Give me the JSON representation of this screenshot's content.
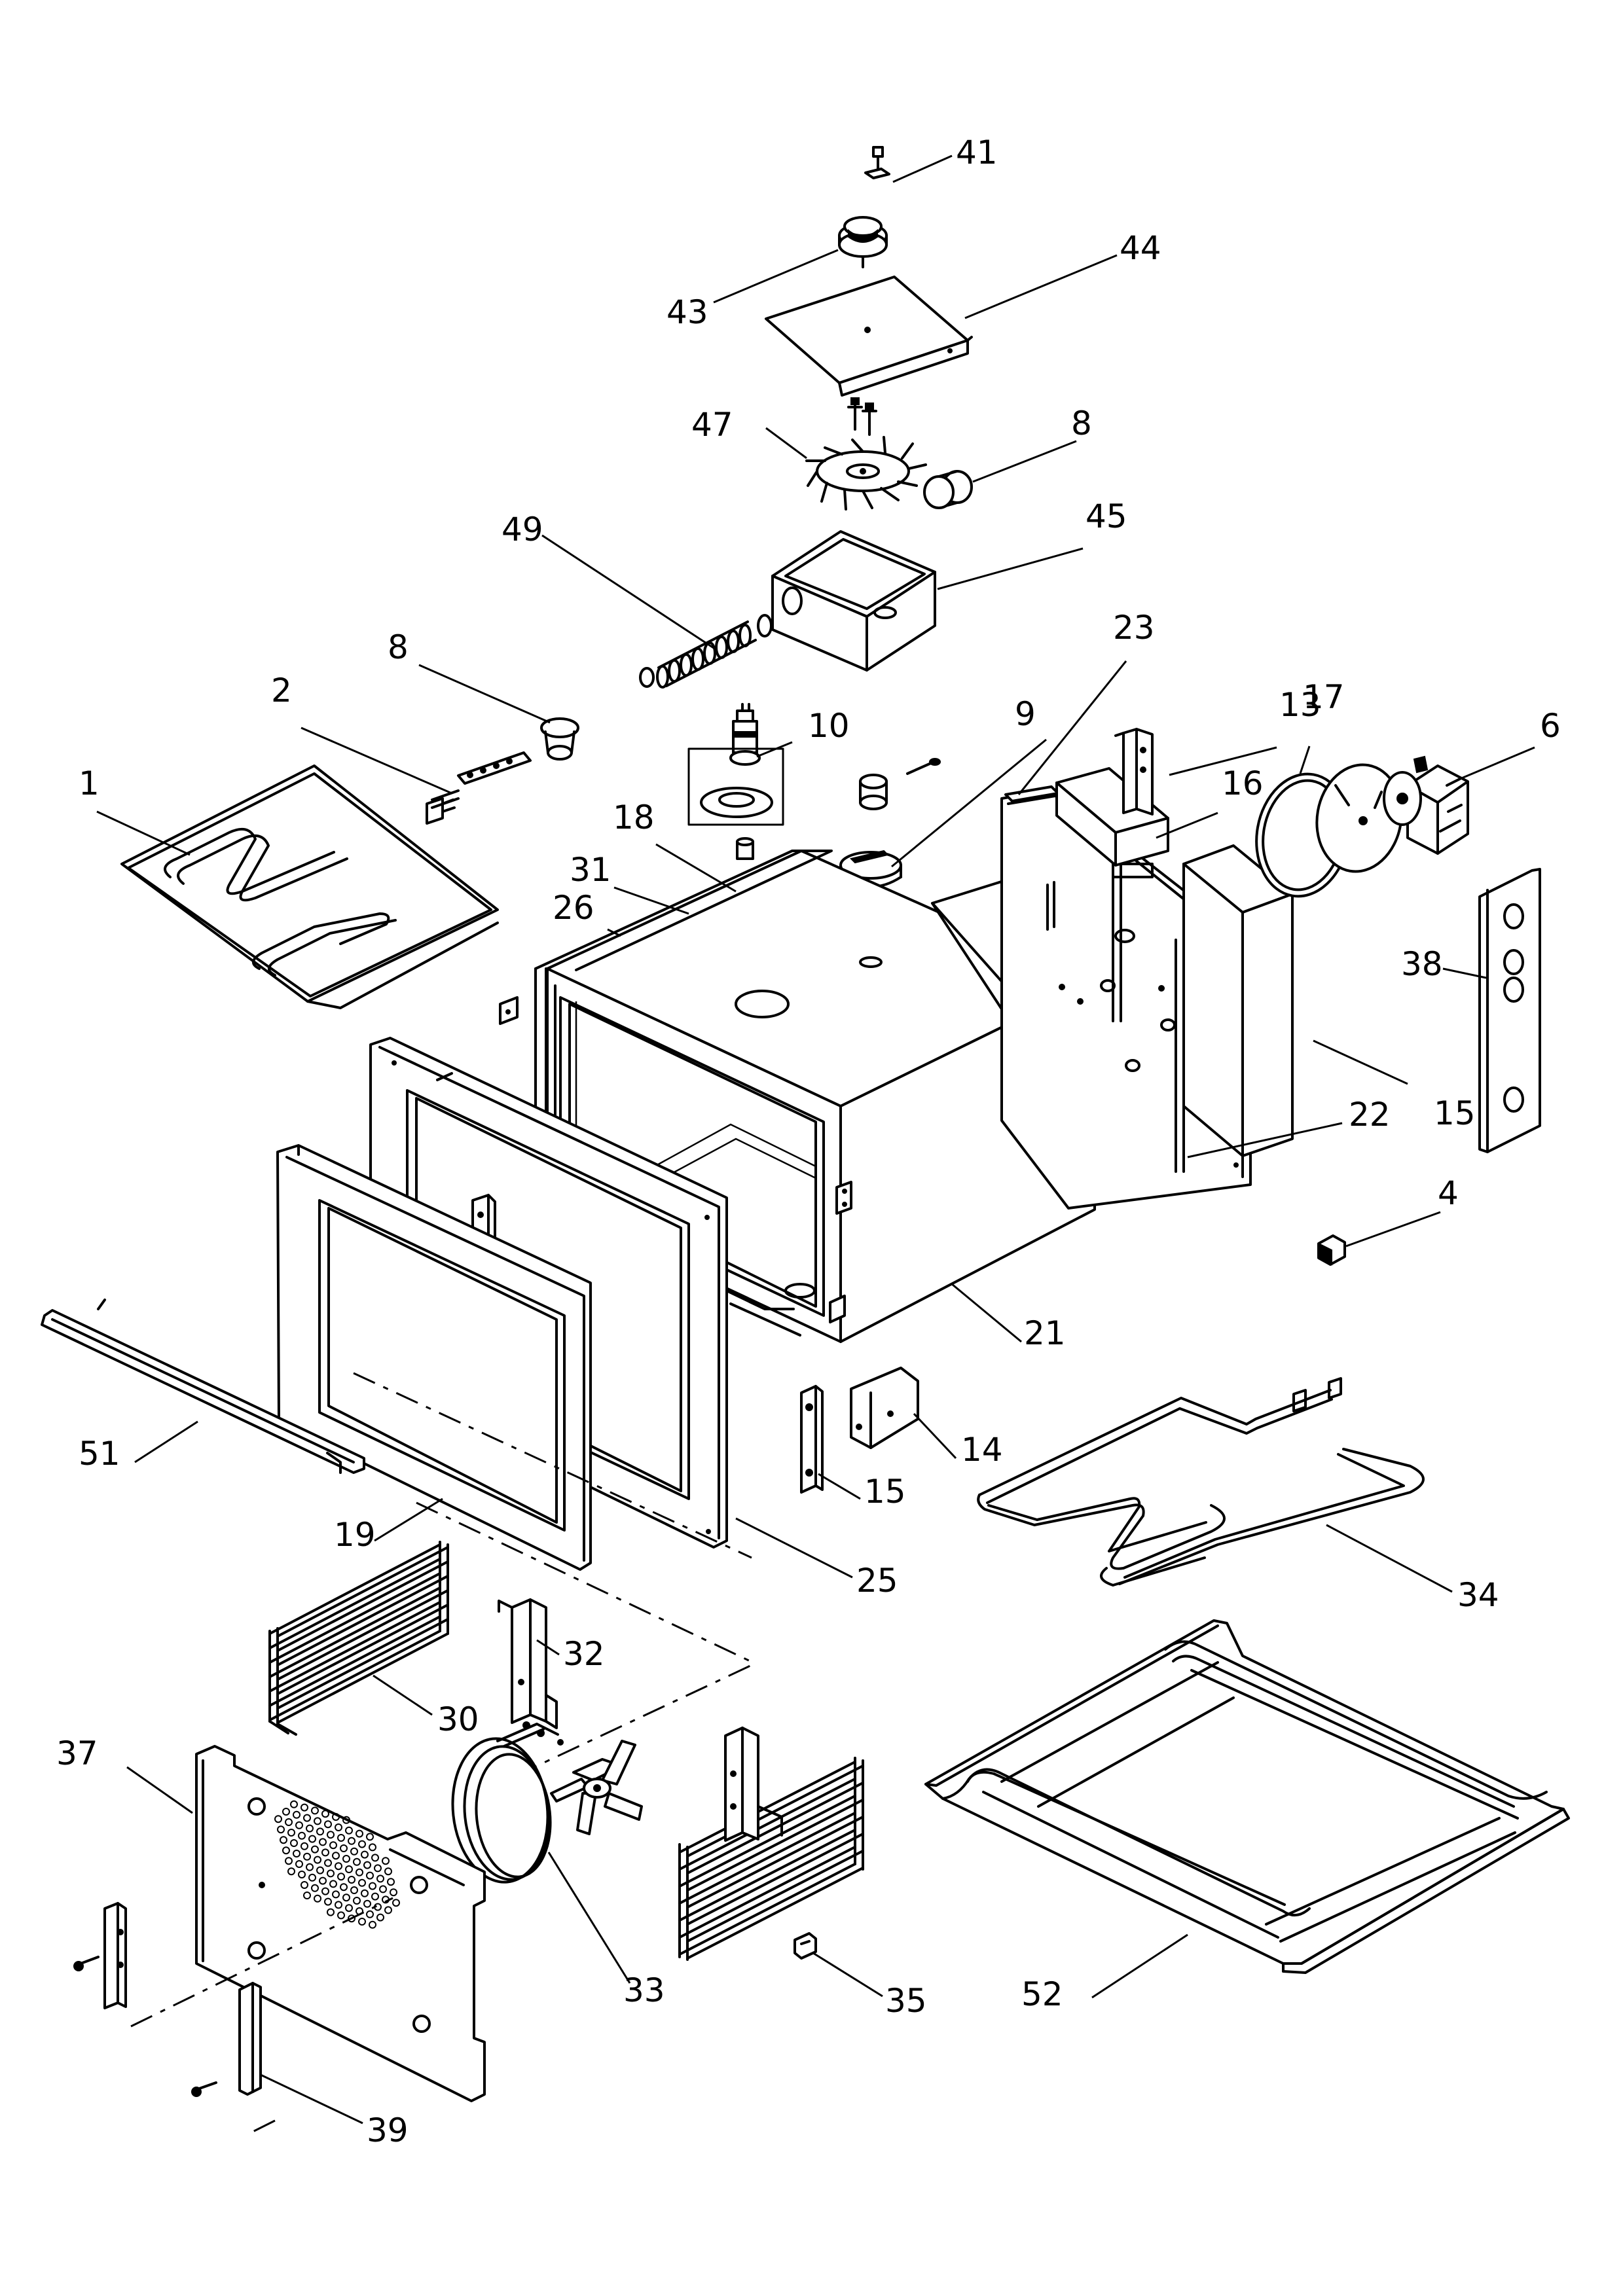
{
  "callouts": [
    {
      "id": "41",
      "text": "41"
    },
    {
      "id": "43",
      "text": "43"
    },
    {
      "id": "44",
      "text": "44"
    },
    {
      "id": "47",
      "text": "47"
    },
    {
      "id": "8a",
      "text": "8"
    },
    {
      "id": "49",
      "text": "49"
    },
    {
      "id": "45",
      "text": "45"
    },
    {
      "id": "23",
      "text": "23"
    },
    {
      "id": "8b",
      "text": "8"
    },
    {
      "id": "2",
      "text": "2"
    },
    {
      "id": "10",
      "text": "10"
    },
    {
      "id": "9",
      "text": "9"
    },
    {
      "id": "13",
      "text": "13"
    },
    {
      "id": "17",
      "text": "17"
    },
    {
      "id": "6",
      "text": "6"
    },
    {
      "id": "1",
      "text": "1"
    },
    {
      "id": "18",
      "text": "18"
    },
    {
      "id": "16",
      "text": "16"
    },
    {
      "id": "31",
      "text": "31"
    },
    {
      "id": "26",
      "text": "26"
    },
    {
      "id": "38",
      "text": "38"
    },
    {
      "id": "22",
      "text": "22"
    },
    {
      "id": "15a",
      "text": "15"
    },
    {
      "id": "4",
      "text": "4"
    },
    {
      "id": "21",
      "text": "21"
    },
    {
      "id": "14",
      "text": "14"
    },
    {
      "id": "51",
      "text": "51"
    },
    {
      "id": "15b",
      "text": "15"
    },
    {
      "id": "19",
      "text": "19"
    },
    {
      "id": "25",
      "text": "25"
    },
    {
      "id": "34",
      "text": "34"
    },
    {
      "id": "32",
      "text": "32"
    },
    {
      "id": "30",
      "text": "30"
    },
    {
      "id": "37",
      "text": "37"
    },
    {
      "id": "33",
      "text": "33"
    },
    {
      "id": "35",
      "text": "35"
    },
    {
      "id": "52",
      "text": "52"
    },
    {
      "id": "39",
      "text": "39"
    }
  ]
}
